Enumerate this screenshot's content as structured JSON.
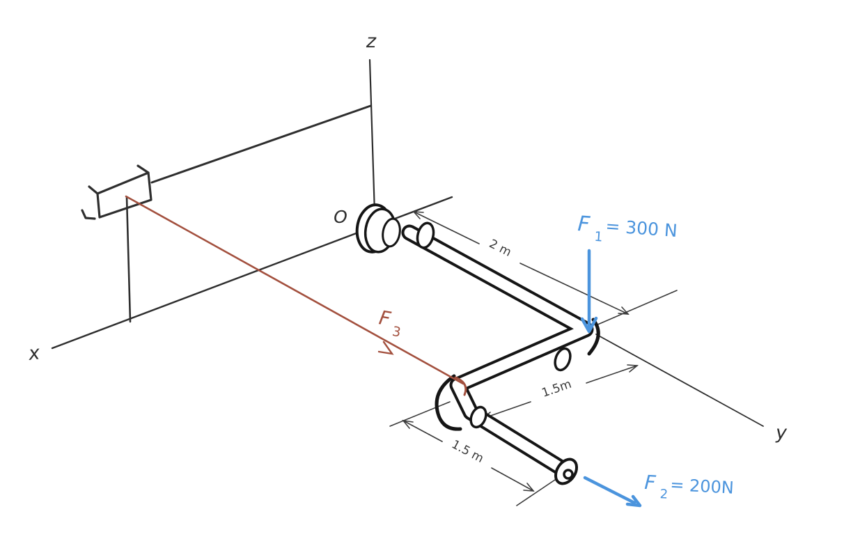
{
  "axes": {
    "x_label": "x",
    "y_label": "y",
    "z_label": "z",
    "origin_label": "O"
  },
  "dimensions": {
    "segment1": "2 m",
    "segment2": "1.5m",
    "segment3": "1.5 m"
  },
  "forces": {
    "f1": {
      "symbol": "F",
      "subscript": "1",
      "value": "= 300 N"
    },
    "f2": {
      "symbol": "F",
      "subscript": "2",
      "value": "= 200N"
    },
    "f3": {
      "symbol": "F",
      "subscript": "3",
      "value": ""
    }
  },
  "colors": {
    "ink": "#2e2e2e",
    "pipe_ink": "#151515",
    "force_blue": "#4b94dd",
    "cable_red": "#a3503e",
    "background": "#ffffff"
  }
}
